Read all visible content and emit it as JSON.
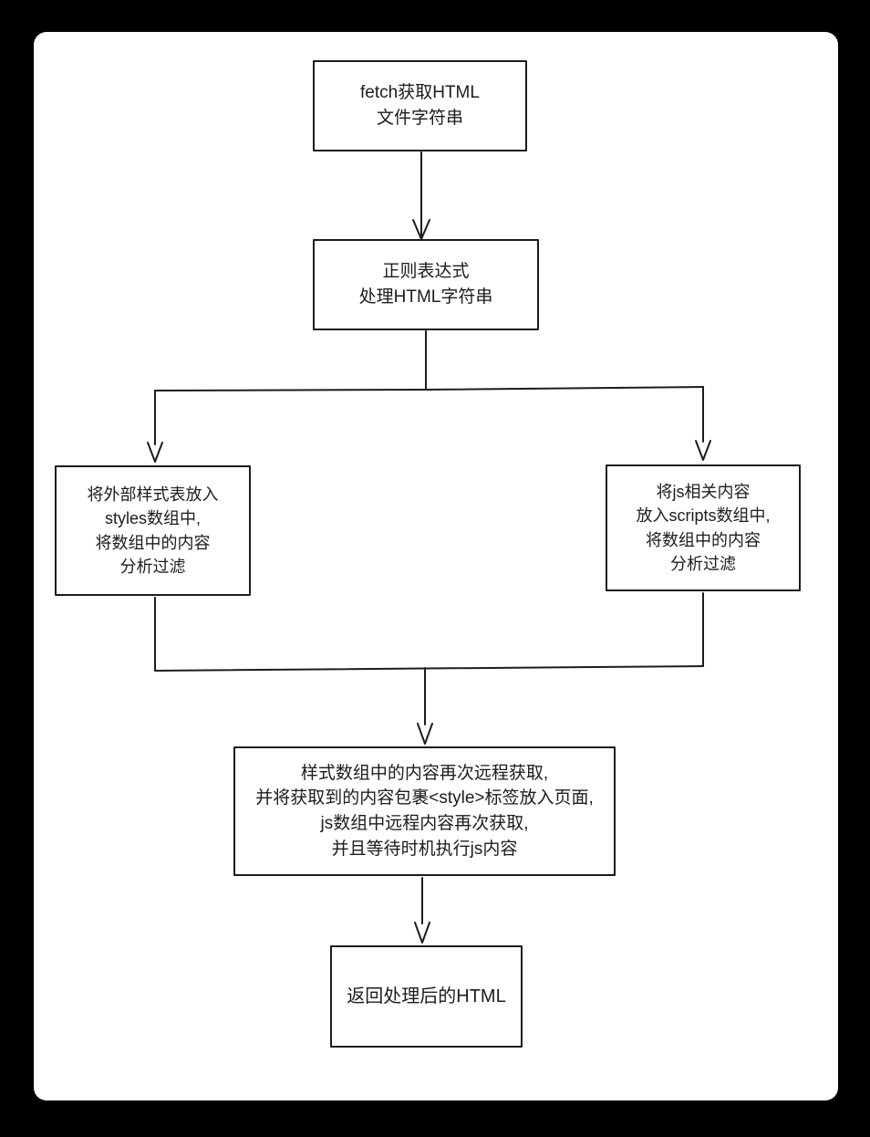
{
  "colors": {
    "page_background": "#000000",
    "canvas_background": "#ffffff",
    "stroke": "#1c1c1c",
    "text": "#1c1c1c"
  },
  "diagram": {
    "type": "flowchart",
    "nodes": [
      {
        "id": "fetch",
        "lines": [
          "fetch获取HTML",
          "文件字符串"
        ]
      },
      {
        "id": "regex",
        "lines": [
          "正则表达式",
          "处理HTML字符串"
        ]
      },
      {
        "id": "styles",
        "lines": [
          "将外部样式表放入",
          "styles数组中,",
          "将数组中的内容",
          "分析过滤"
        ]
      },
      {
        "id": "scripts",
        "lines": [
          "将js相关内容",
          "放入scripts数组中,",
          "将数组中的内容",
          "分析过滤"
        ]
      },
      {
        "id": "assemble",
        "lines": [
          "样式数组中的内容再次远程获取,",
          "并将获取到的内容包裹<style>标签放入页面,",
          "js数组中远程内容再次获取,",
          "并且等待时机执行js内容"
        ]
      },
      {
        "id": "return",
        "lines": [
          "返回处理后的HTML"
        ]
      }
    ],
    "edges": [
      {
        "from": "fetch",
        "to": "regex"
      },
      {
        "from": "regex",
        "to": "styles"
      },
      {
        "from": "regex",
        "to": "scripts"
      },
      {
        "from": "styles",
        "to": "assemble"
      },
      {
        "from": "scripts",
        "to": "assemble"
      },
      {
        "from": "assemble",
        "to": "return"
      }
    ]
  }
}
